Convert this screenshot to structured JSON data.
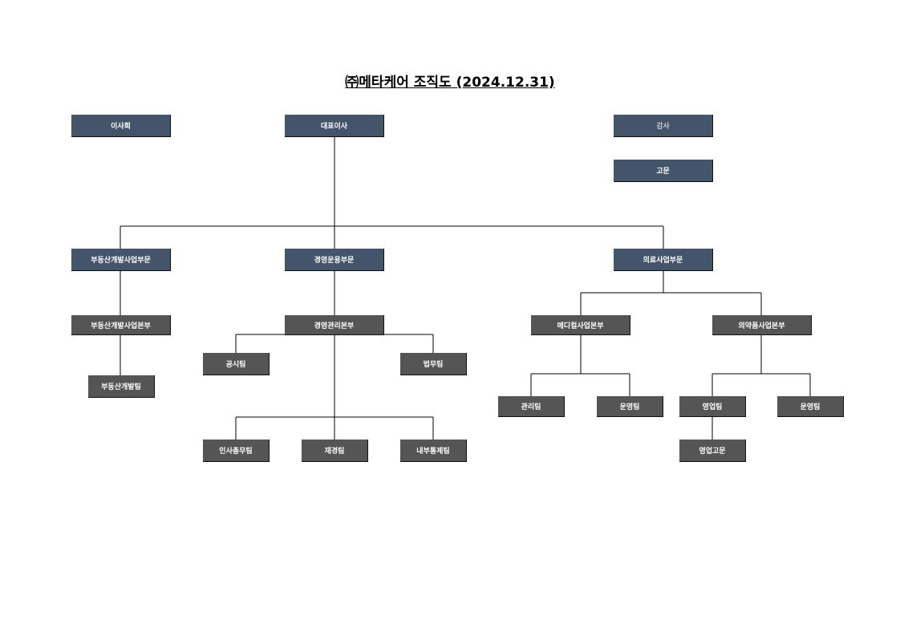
{
  "title": "㈜메타케어 조직도 (2024.12.31)",
  "colors": {
    "executive": "#44546a",
    "team": "#555555",
    "line": "#000000"
  },
  "nodes": {
    "board": "이사회",
    "ceo": "대표이사",
    "audit": "감사",
    "advisor": "고문",
    "real_estate_division": "부동산개발사업부문",
    "management_division": "경영운용부문",
    "medical_division": "의료사업부문",
    "real_estate_hq": "부동산개발사업본부",
    "management_hq": "경영관리본부",
    "medical_hq": "메디컬사업본부",
    "pharma_hq": "의약품사업본부",
    "real_estate_team": "부동산개발팀",
    "disclosure_team": "공시팀",
    "legal_team": "법무팀",
    "hr_team": "인사총무팀",
    "finance_team": "재경팀",
    "internal_control_team": "내부통제팀",
    "medical_admin_team": "관리팀",
    "medical_ops_team": "운영팀",
    "pharma_sales_team": "영업팀",
    "pharma_ops_team": "운영팀",
    "sales_advisor": "영업고문"
  }
}
